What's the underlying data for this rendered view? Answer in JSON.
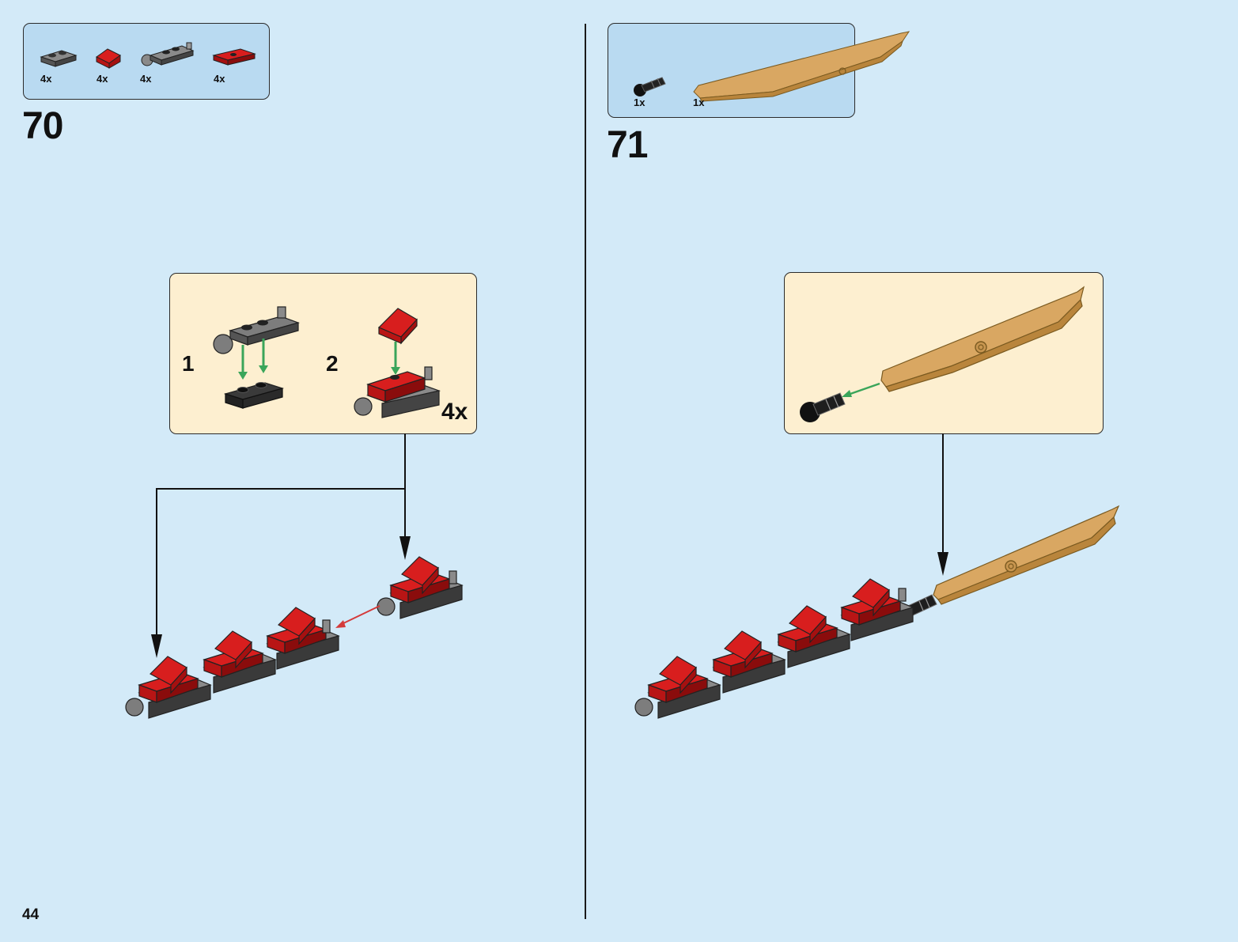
{
  "page_number": "44",
  "steps": [
    {
      "number": "70",
      "parts": [
        {
          "qty": "4x",
          "icon": "grey-plate-1x2-icon"
        },
        {
          "qty": "4x",
          "icon": "red-slope-icon"
        },
        {
          "qty": "4x",
          "icon": "grey-ball-joint-plate-icon"
        },
        {
          "qty": "4x",
          "icon": "red-plate-1x2-jumper-icon"
        }
      ],
      "sub_assembly": {
        "step1": "1",
        "step2": "2",
        "multiplier": "4x"
      }
    },
    {
      "number": "71",
      "parts": [
        {
          "qty": "1x",
          "icon": "black-bar-connector-icon"
        },
        {
          "qty": "1x",
          "icon": "gold-blade-icon"
        }
      ]
    }
  ],
  "colors": {
    "background": "#d3eaf8",
    "parts_box": "#b9daf1",
    "sub_box": "#fdefd0",
    "red": "#d81e1e",
    "grey": "#7d7d7d",
    "dark": "#2b2b2b",
    "gold": "#d9a762",
    "green_arrow": "#3aa55a",
    "red_arrow": "#d43a3a"
  }
}
